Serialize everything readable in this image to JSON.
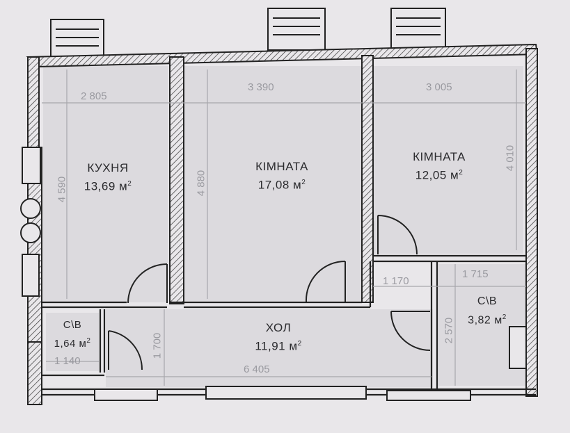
{
  "rooms": {
    "kitchen": {
      "name": "КУХНЯ",
      "area": "13,69 м",
      "unit_sup": "2"
    },
    "room1": {
      "name": "КІМНАТА",
      "area": "17,08 м",
      "unit_sup": "2"
    },
    "room2": {
      "name": "КІМНАТА",
      "area": "12,05 м",
      "unit_sup": "2"
    },
    "bath_small": {
      "name": "С\\В",
      "area": "1,64 м",
      "unit_sup": "2"
    },
    "hall": {
      "name": "ХОЛ",
      "area": "11,91 м",
      "unit_sup": "2"
    },
    "bath_large": {
      "name": "С\\В",
      "area": "3,82 м",
      "unit_sup": "2"
    }
  },
  "dimensions": {
    "kitchen_width": "2 805",
    "room1_width": "3 390",
    "room2_width": "3 005",
    "kitchen_height": "4 590",
    "room1_height": "4 880",
    "room2_height": "4 010",
    "corridor_width": "1 170",
    "bath_large_width": "1 715",
    "bath_large_height": "2 570",
    "hall_height": "1 700",
    "hall_width": "6 405",
    "bath_small_width": "1 140"
  }
}
